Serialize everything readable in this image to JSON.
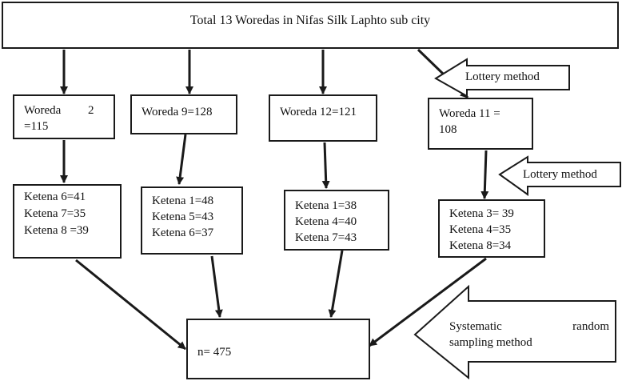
{
  "top": {
    "title": "Total 13 Woredas in Nifas Silk Laphto sub city"
  },
  "woredas": [
    {
      "id": "w2",
      "lines": [
        "Woreda         2",
        "=115"
      ]
    },
    {
      "id": "w9",
      "lines": [
        "Woreda 9=128"
      ]
    },
    {
      "id": "w12",
      "lines": [
        "Woreda 12=121"
      ]
    },
    {
      "id": "w11",
      "lines": [
        "Woreda 11 =",
        "108"
      ]
    }
  ],
  "ketenas": [
    {
      "id": "k2",
      "lines": [
        "Ketena 6=41",
        "Ketena 7=35",
        "Ketena 8 =39"
      ]
    },
    {
      "id": "k9",
      "lines": [
        "Ketena 1=48",
        "Ketena 5=43",
        "Ketena 6=37"
      ]
    },
    {
      "id": "k12",
      "lines": [
        "Ketena 1=38",
        "Ketena 4=40",
        "Ketena 7=43"
      ]
    },
    {
      "id": "k11",
      "lines": [
        "Ketena 3= 39",
        "Ketena 4=35",
        "Ketena 8=34"
      ]
    }
  ],
  "result": {
    "label": "n= 475"
  },
  "methods": {
    "lottery_1": "Lottery method",
    "lottery_2": "Lottery method",
    "systematic_line1": "Systematic",
    "systematic_line1b": "random",
    "systematic_line2": "sampling method"
  }
}
